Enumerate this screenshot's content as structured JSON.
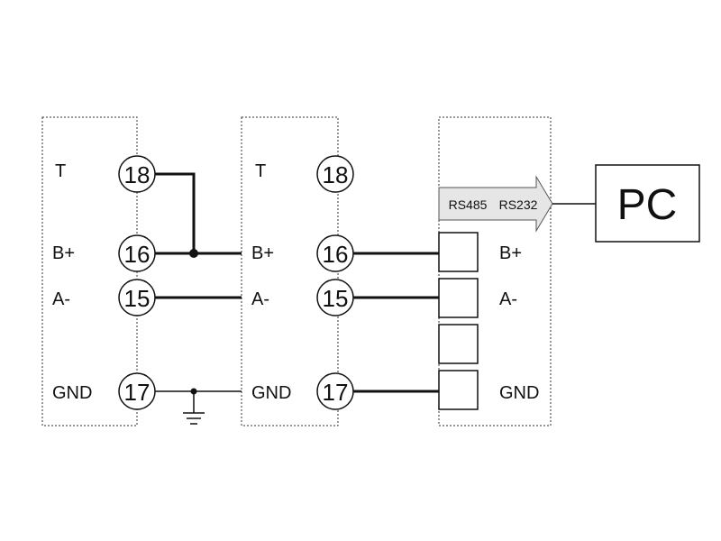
{
  "device1": {
    "labels": {
      "t": "T",
      "b": "B+",
      "a": "A-",
      "gnd": "GND"
    },
    "terminals": {
      "t": "18",
      "b": "16",
      "a": "15",
      "gnd": "17"
    }
  },
  "device2": {
    "labels": {
      "t": "T",
      "b": "B+",
      "a": "A-",
      "gnd": "GND"
    },
    "terminals": {
      "t": "18",
      "b": "16",
      "a": "15",
      "gnd": "17"
    }
  },
  "converter": {
    "arrow_left": "RS485",
    "arrow_right": "RS232",
    "labels": {
      "b": "B+",
      "a": "A-",
      "gnd": "GND"
    }
  },
  "pc": {
    "label": "PC"
  }
}
